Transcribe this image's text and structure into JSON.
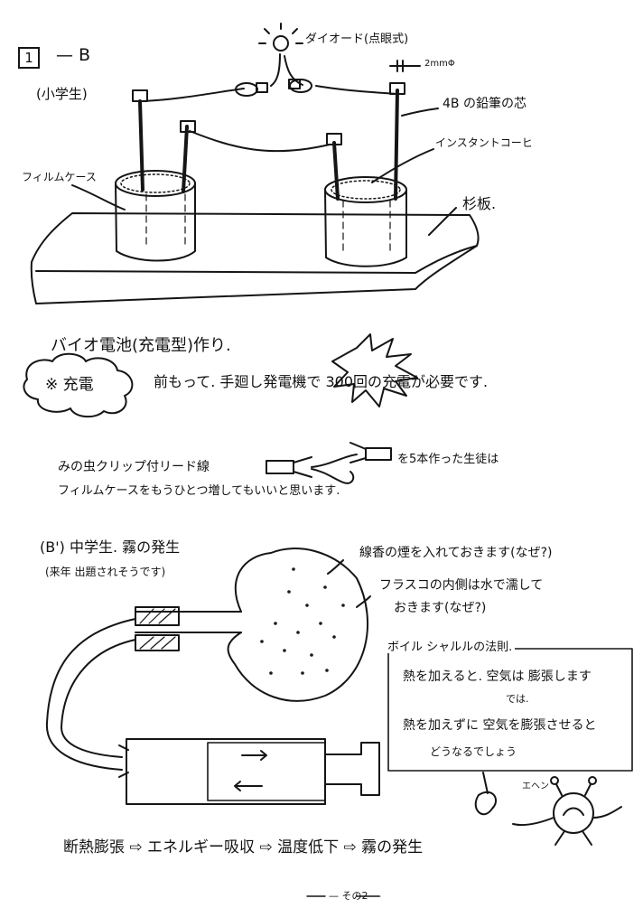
{
  "section_id": "1",
  "section_suffix": "— B",
  "elementary": "(小学生)",
  "diode_label": "ダイオード(点眼式)",
  "dimension_label": "2mmΦ",
  "pencil_label": "4B の鉛筆の芯",
  "coffee_label": "インスタントコーヒ",
  "film_case_label": "フィルムケース",
  "board_label": "杉板.",
  "battery_title": "バイオ電池(充電型)作り.",
  "charge_label": "※ 充電",
  "charge_note": "前もって. 手廻し発電機で 300回の充電が必要です.",
  "clip_line1": "みの虫クリップ付リード線",
  "clip_line2": "を5本作った生徒は",
  "clip_line3": "フィルムケースをもうひとつ増してもいいと思います.",
  "middle_title": "(B') 中学生. 霧の発生",
  "middle_sub": "(来年 出題されそうです)",
  "smoke_note": "線香の煙を入れておきます(なぜ?)",
  "flask_note_1": "フラスコの内側は水で濡して",
  "flask_note_2": "おきます(なぜ?)",
  "boyle_title": "ボイル シャルルの法則.",
  "boyle_1": "熱を加えると. 空気は 膨張します",
  "boyle_2": "では.",
  "boyle_3": "熱を加えずに 空気を膨張させると",
  "boyle_4": "どうなるでしょう",
  "ehen": "エヘン",
  "process_flow": "断熱膨張 ⇨ エネルギー吸収 ⇨ 温度低下 ⇨ 霧の発生",
  "page_footer": "— その2 —"
}
